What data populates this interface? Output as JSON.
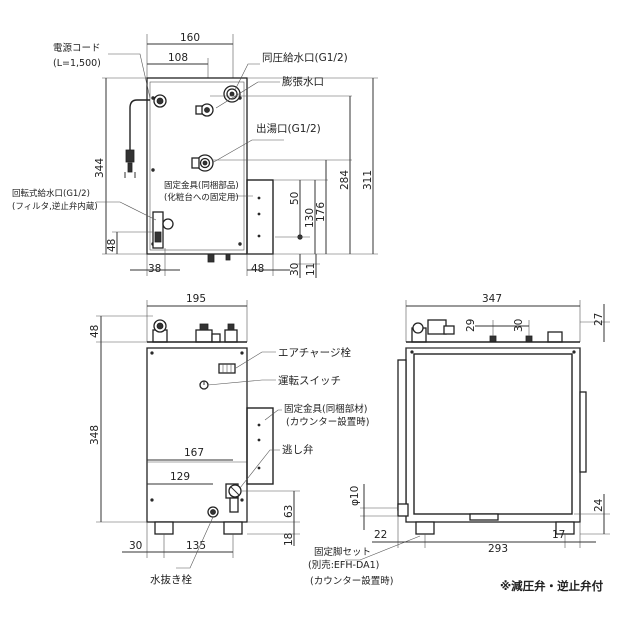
{
  "top_view": {
    "dim_width": "160",
    "dim_108": "108",
    "dim_344": "344",
    "dim_311": "311",
    "dim_284": "284",
    "dim_176": "176",
    "dim_130": "130",
    "dim_50": "50",
    "dim_48_left": "48",
    "dim_38": "38",
    "dim_48_right": "48",
    "dim_30": "30",
    "dim_11": "11",
    "label_power_cord": "電源コード",
    "label_power_cord_len": "(L=1,500)",
    "label_same_pressure_inlet": "同圧給水口(G1/2)",
    "label_expansion_outlet": "膨張水口",
    "label_hot_outlet": "出湯口(G1/2)",
    "label_bracket_1": "固定金具(同梱部品)",
    "label_bracket_2": "(化粧台への固定用)",
    "label_rotary_inlet": "回転式給水口(G1/2)",
    "label_rotary_inlet_note": "(フィルタ,逆止弁内蔵)"
  },
  "front_view": {
    "dim_195": "195",
    "dim_48": "48",
    "dim_348": "348",
    "dim_167": "167",
    "dim_129": "129",
    "dim_63": "63",
    "dim_18": "18",
    "dim_30": "30",
    "dim_135": "135",
    "label_air_charge": "エアチャージ栓",
    "label_run_switch": "運転スイッチ",
    "label_bracket_1": "固定金具(同梱部材)",
    "label_bracket_2": "(カウンター設置時)",
    "label_relief_valve": "逃し弁",
    "label_drain": "水抜き栓",
    "label_foot_set": "固定脚セット",
    "label_foot_set_model": "(別売:EFH-DA1)",
    "label_foot_set_note": "(カウンター設置時)"
  },
  "side_view": {
    "dim_347": "347",
    "dim_29": "29",
    "dim_30": "30",
    "dim_27": "27",
    "dim_phi10": "φ10",
    "dim_22": "22",
    "dim_293": "293",
    "dim_17": "17",
    "dim_24": "24"
  },
  "footnote": "※減圧弁・逆止弁付"
}
